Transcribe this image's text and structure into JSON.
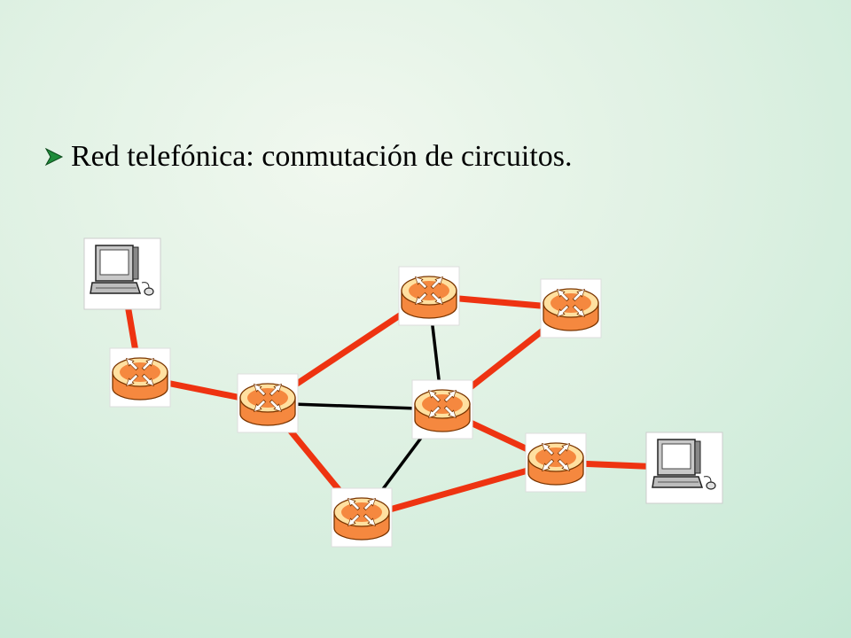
{
  "slide": {
    "bullet_text": "Red telefónica: conmutación de circuitos."
  },
  "colors": {
    "circuit_link": "#ee3311",
    "plain_link": "#000000",
    "router_fill": "#f5883f",
    "router_top": "#ffe0a0",
    "router_stroke": "#7a3500",
    "bullet_fill": "#1e8c3a"
  },
  "diagram": {
    "nodes": [
      {
        "id": "pc-left",
        "kind": "computer",
        "icon": "computer-icon"
      },
      {
        "id": "r-left",
        "kind": "router",
        "icon": "router-icon"
      },
      {
        "id": "r-mid-left",
        "kind": "router",
        "icon": "router-icon"
      },
      {
        "id": "r-top",
        "kind": "router",
        "icon": "router-icon"
      },
      {
        "id": "r-top-right",
        "kind": "router",
        "icon": "router-icon"
      },
      {
        "id": "r-center",
        "kind": "router",
        "icon": "router-icon"
      },
      {
        "id": "r-bottom",
        "kind": "router",
        "icon": "router-icon"
      },
      {
        "id": "r-right",
        "kind": "router",
        "icon": "router-icon"
      },
      {
        "id": "pc-right",
        "kind": "computer",
        "icon": "computer-icon"
      }
    ],
    "links": [
      {
        "from": "pc-left",
        "to": "r-left",
        "type": "circuit"
      },
      {
        "from": "r-left",
        "to": "r-mid-left",
        "type": "circuit"
      },
      {
        "from": "r-mid-left",
        "to": "r-top",
        "type": "circuit"
      },
      {
        "from": "r-top",
        "to": "r-top-right",
        "type": "circuit"
      },
      {
        "from": "r-top-right",
        "to": "r-center",
        "type": "circuit"
      },
      {
        "from": "r-center",
        "to": "r-right",
        "type": "circuit"
      },
      {
        "from": "r-right",
        "to": "pc-right",
        "type": "circuit"
      },
      {
        "from": "r-mid-left",
        "to": "r-bottom",
        "type": "circuit"
      },
      {
        "from": "r-bottom",
        "to": "r-right",
        "type": "circuit"
      },
      {
        "from": "r-top",
        "to": "r-center",
        "type": "plain"
      },
      {
        "from": "r-mid-left",
        "to": "r-center",
        "type": "plain"
      },
      {
        "from": "r-center",
        "to": "r-bottom",
        "type": "plain"
      }
    ]
  }
}
